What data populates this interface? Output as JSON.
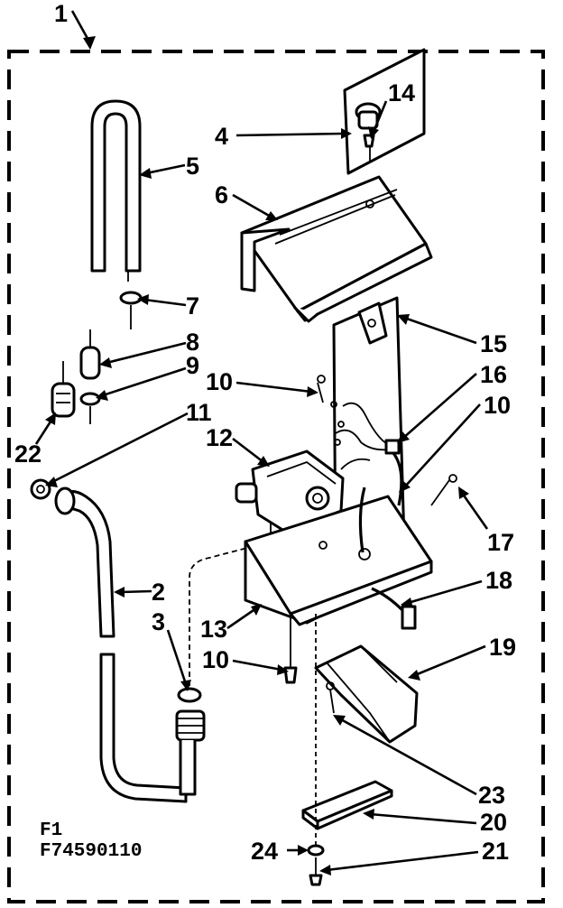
{
  "callouts": [
    {
      "id": "c1",
      "text": "1"
    },
    {
      "id": "c2",
      "text": "2"
    },
    {
      "id": "c3",
      "text": "3"
    },
    {
      "id": "c4",
      "text": "4"
    },
    {
      "id": "c5",
      "text": "5"
    },
    {
      "id": "c6",
      "text": "6"
    },
    {
      "id": "c7",
      "text": "7"
    },
    {
      "id": "c8",
      "text": "8"
    },
    {
      "id": "c9",
      "text": "9"
    },
    {
      "id": "c10a",
      "text": "10"
    },
    {
      "id": "c10b",
      "text": "10"
    },
    {
      "id": "c10c",
      "text": "10"
    },
    {
      "id": "c11",
      "text": "11"
    },
    {
      "id": "c12",
      "text": "12"
    },
    {
      "id": "c13",
      "text": "13"
    },
    {
      "id": "c14",
      "text": "14"
    },
    {
      "id": "c15",
      "text": "15"
    },
    {
      "id": "c16",
      "text": "16"
    },
    {
      "id": "c17",
      "text": "17"
    },
    {
      "id": "c18",
      "text": "18"
    },
    {
      "id": "c19",
      "text": "19"
    },
    {
      "id": "c20",
      "text": "20"
    },
    {
      "id": "c21",
      "text": "21"
    },
    {
      "id": "c22",
      "text": "22"
    },
    {
      "id": "c23",
      "text": "23"
    },
    {
      "id": "c24",
      "text": "24"
    }
  ],
  "caption": {
    "line1": "F1",
    "line2": "F74590110"
  }
}
